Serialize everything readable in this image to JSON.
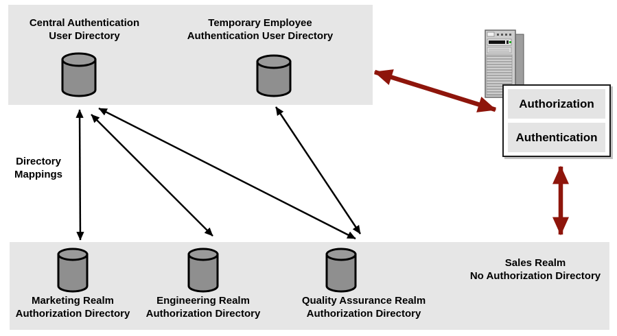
{
  "colors": {
    "band": "#e6e6e6",
    "cylinder_fill": "#8f8f8f",
    "cylinder_top": "#9a9a9a",
    "outline": "#000000",
    "arrow_black": "#000000",
    "arrow_red": "#8e150b",
    "panel_row": "#e4e4e4"
  },
  "top_band": {
    "central": {
      "line1": "Central Authentication",
      "line2": "User Directory"
    },
    "temporary": {
      "line1": "Temporary Employee",
      "line2": "Authentication User Directory"
    }
  },
  "bottom_band": {
    "marketing": {
      "line1": "Marketing Realm",
      "line2": "Authorization Directory"
    },
    "engineering": {
      "line1": "Engineering Realm",
      "line2": "Authorization Directory"
    },
    "qa": {
      "line1": "Quality Assurance Realm",
      "line2": "Authorization Directory"
    },
    "sales": {
      "line1": "Sales Realm",
      "line2": "No Authorization Directory"
    }
  },
  "annotation": {
    "line1": "Directory",
    "line2": "Mappings"
  },
  "server_panel": {
    "rows": [
      "Authorization",
      "Authentication"
    ]
  },
  "mappings": [
    {
      "from": "Central Authentication User Directory",
      "to": "Marketing Realm Authorization Directory"
    },
    {
      "from": "Central Authentication User Directory",
      "to": "Engineering Realm Authorization Directory"
    },
    {
      "from": "Central Authentication User Directory",
      "to": "Quality Assurance Realm Authorization Directory"
    },
    {
      "from": "Temporary Employee Authentication User Directory",
      "to": "Quality Assurance Realm Authorization Directory"
    }
  ],
  "server_links": [
    {
      "from": "Server",
      "to": "Authentication User Directories band"
    },
    {
      "from": "Server panel",
      "to": "Sales Realm / No Authorization Directory band"
    }
  ]
}
